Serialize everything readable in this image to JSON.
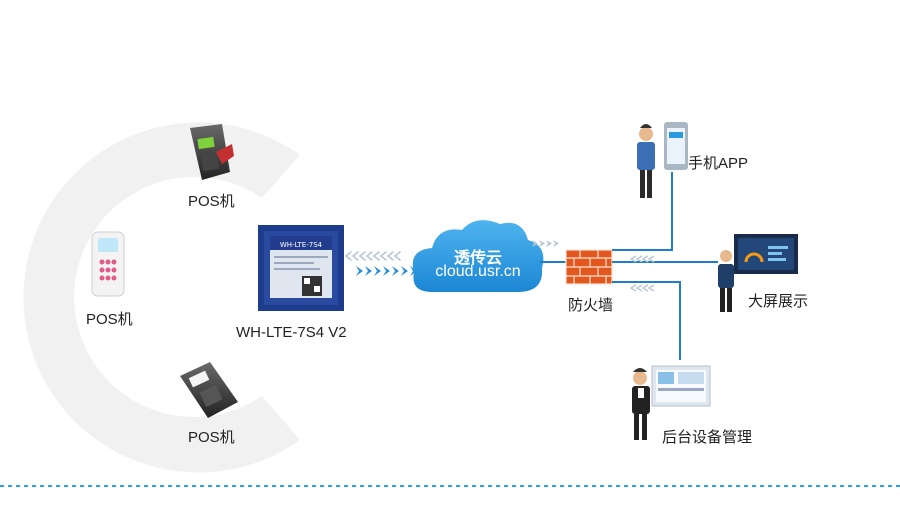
{
  "diagram": {
    "pos_left_top": "POS机",
    "pos_left_mid": "POS机",
    "pos_left_bottom": "POS机",
    "module_label": "WH-LTE-7S4 V2",
    "module_chip_text": "WH-LTE-7S4",
    "cloud_title": "透传云",
    "cloud_domain": "cloud.usr.cn",
    "firewall_label": "防火墙",
    "app_label": "手机APP",
    "screen_label": "大屏展示",
    "backend_label": "后台设备管理"
  },
  "colors": {
    "cloud": "#2a9ae0",
    "line": "#1e7fc8",
    "arrow": "#2a8fd8",
    "arrow_light": "#b8c6d4",
    "firewall": "#e2571e",
    "module_pcb": "#1e3c8c",
    "watermark": "#f1f1f1",
    "dotted": "#2aa3e6"
  }
}
